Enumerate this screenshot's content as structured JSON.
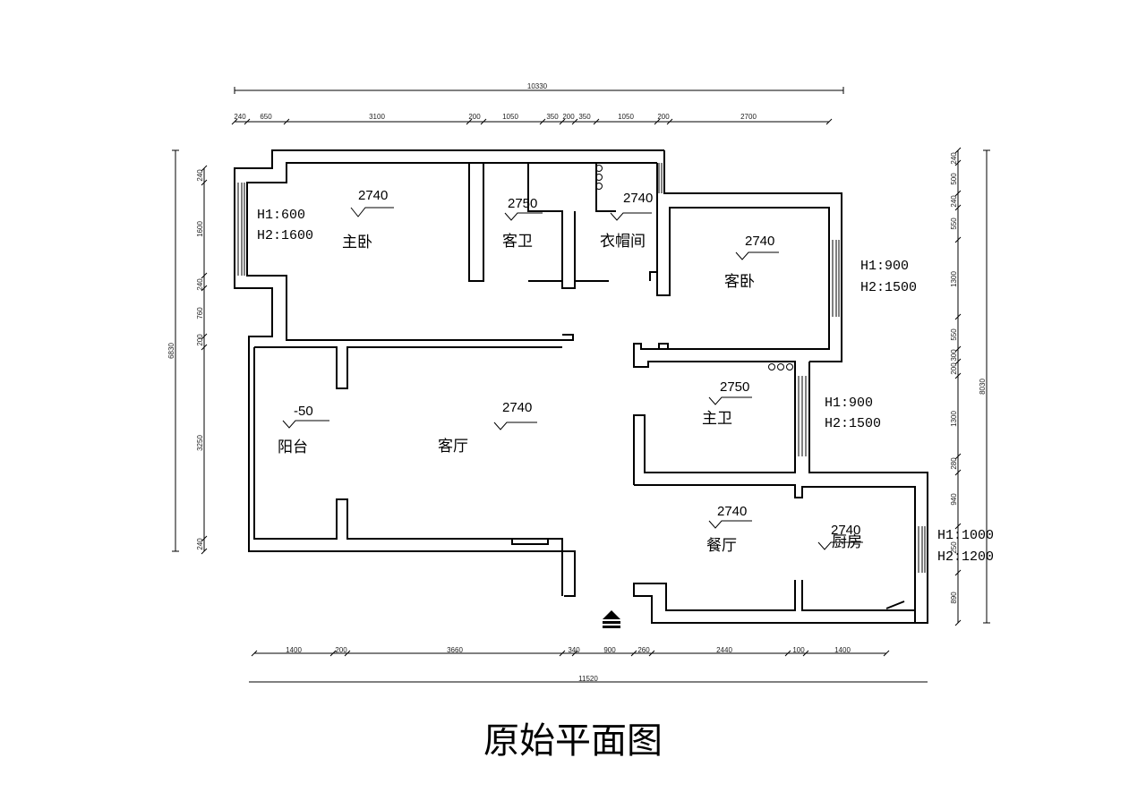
{
  "title": "原始平面图",
  "dimensions": {
    "top_total": "10330",
    "top": [
      "240",
      "650",
      "3100",
      "200",
      "1050",
      "350",
      "200",
      "350",
      "1050",
      "200",
      "2700"
    ],
    "bottom_total": "11520",
    "bottom": [
      "1400",
      "200",
      "3660",
      "340",
      "900",
      "260",
      "2440",
      "100",
      "1400"
    ],
    "left_total": "6830",
    "left": [
      "240",
      "1600",
      "240",
      "760",
      "200",
      "3250",
      "240"
    ],
    "right_total": "8030",
    "right": [
      "240",
      "500",
      "240",
      "550",
      "1300",
      "550",
      "300",
      "200",
      "1300",
      "280",
      "940",
      "250",
      "890"
    ]
  },
  "rooms": {
    "master_bedroom": "主卧",
    "guest_bath": "客卫",
    "cloakroom": "衣帽间",
    "guest_bedroom": "客卧",
    "master_bath": "主卫",
    "balcony": "阳台",
    "living_room": "客厅",
    "dining_room": "餐厅",
    "kitchen": "厨房"
  },
  "levels": {
    "master_bedroom": "2740",
    "guest_bath": "2750",
    "cloakroom": "2740",
    "guest_bedroom": "2740",
    "master_bath": "2750",
    "balcony": "-50",
    "living_room": "2740",
    "dining_room": "2740",
    "kitchen": "2740"
  },
  "windows": {
    "master_bedroom": {
      "h1": "H1:600",
      "h2": "H2:1600"
    },
    "guest_bedroom": {
      "h1": "H1:900",
      "h2": "H2:1500"
    },
    "master_bath": {
      "h1": "H1:900",
      "h2": "H2:1500"
    },
    "kitchen": {
      "h1": "H1:1000",
      "h2": "H2:1200"
    }
  }
}
